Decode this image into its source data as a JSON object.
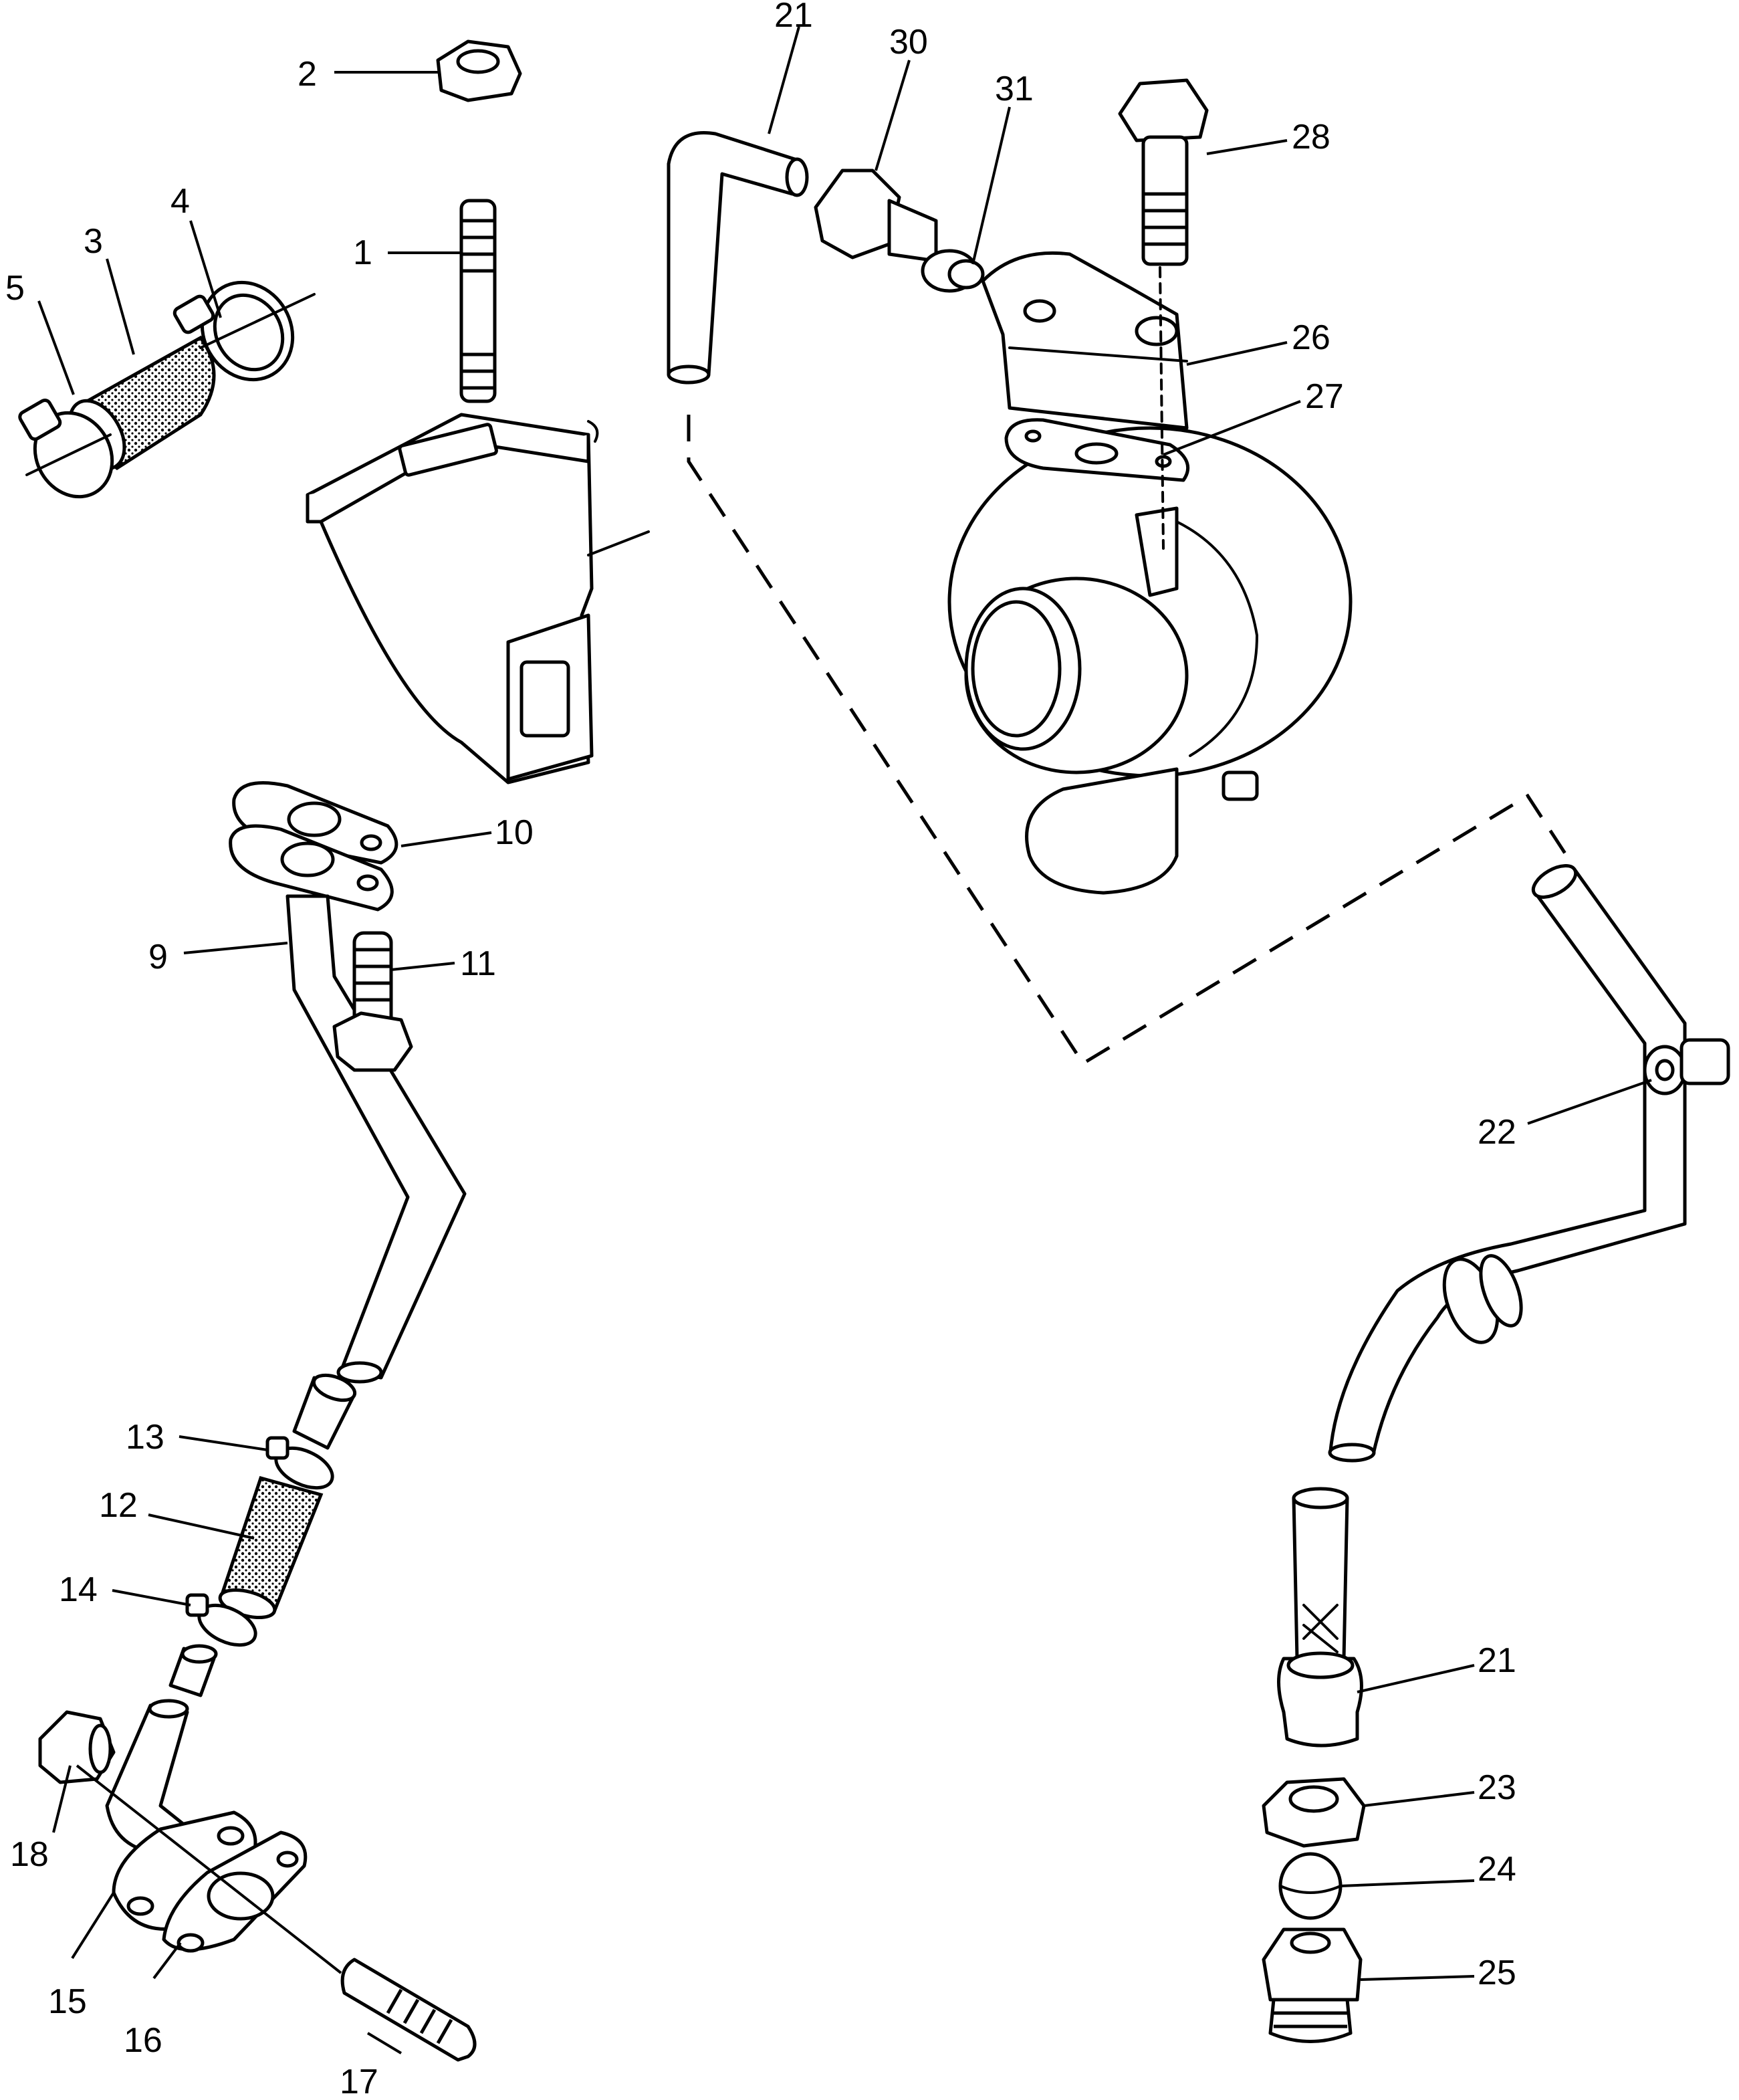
{
  "callouts": [
    {
      "id": "c1",
      "text": "1"
    },
    {
      "id": "c2",
      "text": "2"
    },
    {
      "id": "c3",
      "text": "3"
    },
    {
      "id": "c4",
      "text": "4"
    },
    {
      "id": "c5",
      "text": "5"
    },
    {
      "id": "c9",
      "text": "9"
    },
    {
      "id": "c10",
      "text": "10"
    },
    {
      "id": "c11",
      "text": "11"
    },
    {
      "id": "c12",
      "text": "12"
    },
    {
      "id": "c13",
      "text": "13"
    },
    {
      "id": "c14",
      "text": "14"
    },
    {
      "id": "c15",
      "text": "15"
    },
    {
      "id": "c16",
      "text": "16"
    },
    {
      "id": "c17",
      "text": "17"
    },
    {
      "id": "c18",
      "text": "18"
    },
    {
      "id": "c21a",
      "text": "21"
    },
    {
      "id": "c21b",
      "text": "21"
    },
    {
      "id": "c22",
      "text": "22"
    },
    {
      "id": "c23",
      "text": "23"
    },
    {
      "id": "c24",
      "text": "24"
    },
    {
      "id": "c25",
      "text": "25"
    },
    {
      "id": "c26",
      "text": "26"
    },
    {
      "id": "c27",
      "text": "27"
    },
    {
      "id": "c28",
      "text": "28"
    },
    {
      "id": "c30",
      "text": "30"
    },
    {
      "id": "c31",
      "text": "31"
    }
  ]
}
